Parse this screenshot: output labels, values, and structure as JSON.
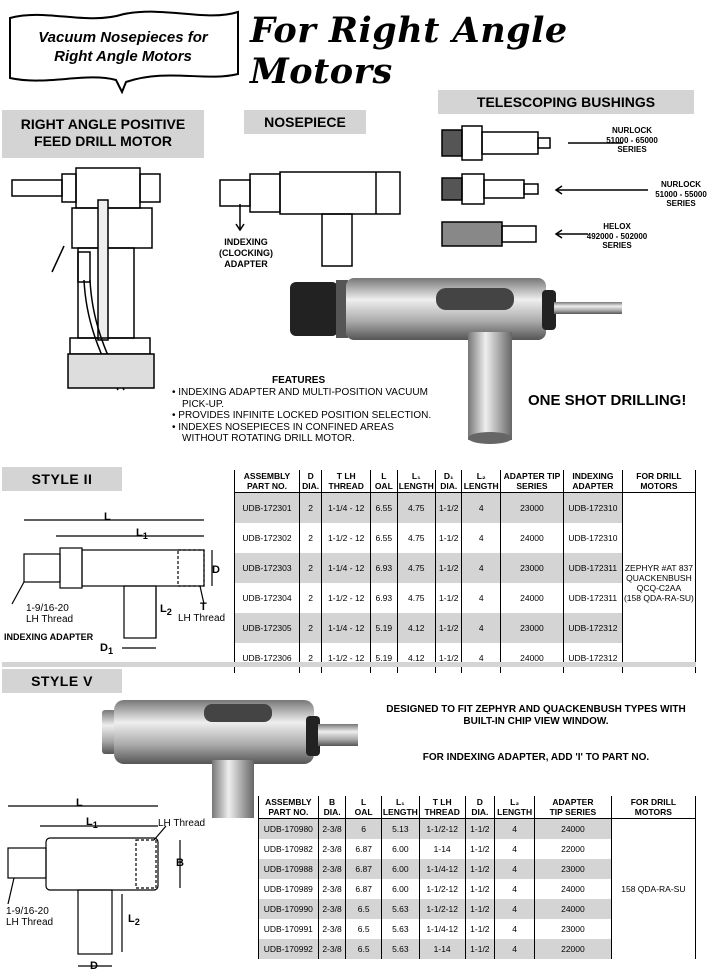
{
  "banner": {
    "line1": "Vacuum Nosepieces for",
    "line2": "Right Angle Motors"
  },
  "title": "For Right Angle Motors",
  "headers": {
    "rapf_line1": "RIGHT ANGLE POSITIVE",
    "rapf_line2": "FEED DRILL MOTOR",
    "nosepiece": "NOSEPIECE",
    "telescoping": "TELESCOPING BUSHINGS",
    "style2": "STYLE  II",
    "style5": "STYLE  V"
  },
  "nosepiece_label": {
    "l1": "INDEXING",
    "l2": "(CLOCKING)",
    "l3": "ADAPTER"
  },
  "bushings": [
    {
      "name": "NURLOCK",
      "series": "51000 - 65000",
      "suffix": "SERIES"
    },
    {
      "name": "NURLOCK",
      "series": "51000 - 55000",
      "suffix": "SERIES"
    },
    {
      "name": "HELOX",
      "series": "492000 - 502000",
      "suffix": "SERIES"
    }
  ],
  "features": {
    "title": "FEATURES",
    "items": [
      "INDEXING ADAPTER AND MULTI-POSITION VACUUM PICK-UP.",
      "PROVIDES INFINITE LOCKED POSITION SELECTION.",
      "INDEXES NOSEPIECES IN CONFINED AREAS WITHOUT ROTATING DRILL MOTOR."
    ]
  },
  "one_shot": "ONE SHOT DRILLING!",
  "style2": {
    "diagram": {
      "L": "L",
      "L1": "L",
      "L1sub": "1",
      "D": "D",
      "L2": "L",
      "L2sub": "2",
      "T": "T",
      "lh": "LH Thread",
      "thread": "1-9/16-20",
      "thread_lh": "LH Thread",
      "adapter": "INDEXING ADAPTER",
      "D1": "D",
      "D1sub": "1"
    },
    "columns": [
      [
        "ASSEMBLY",
        "PART NO."
      ],
      [
        "D",
        "DIA."
      ],
      [
        "T LH",
        "THREAD"
      ],
      [
        "L",
        "OAL"
      ],
      [
        "L₁",
        "LENGTH"
      ],
      [
        "D₁",
        "DIA."
      ],
      [
        "L₂",
        "LENGTH"
      ],
      [
        "ADAPTER TIP",
        "SERIES"
      ],
      [
        "INDEXING",
        "ADAPTER"
      ],
      [
        "FOR DRILL",
        "MOTORS"
      ]
    ],
    "rows": [
      [
        "UDB-172301",
        "2",
        "1-1/4 - 12",
        "6.55",
        "4.75",
        "1-1/2",
        "4",
        "23000",
        "UDB-172310"
      ],
      [
        "UDB-172302",
        "2",
        "1-1/2 - 12",
        "6.55",
        "4.75",
        "1-1/2",
        "4",
        "24000",
        "UDB-172310"
      ],
      [
        "UDB-172303",
        "2",
        "1-1/4 - 12",
        "6.93",
        "4.75",
        "1-1/2",
        "4",
        "23000",
        "UDB-172311"
      ],
      [
        "UDB-172304",
        "2",
        "1-1/2 - 12",
        "6.93",
        "4.75",
        "1-1/2",
        "4",
        "24000",
        "UDB-172311"
      ],
      [
        "UDB-172305",
        "2",
        "1-1/4 - 12",
        "5.19",
        "4.12",
        "1-1/2",
        "4",
        "23000",
        "UDB-172312"
      ],
      [
        "UDB-172306",
        "2",
        "1-1/2 - 12",
        "5.19",
        "4.12",
        "1-1/2",
        "4",
        "24000",
        "UDB-172312"
      ]
    ],
    "motors": [
      "ZEPHYR #AT 837",
      "QUACKENBUSH",
      "QCQ-C2AA",
      "(158 QDA-RA-SU)"
    ]
  },
  "style5": {
    "note1": "DESIGNED TO FIT ZEPHYR AND QUACKENBUSH TYPES WITH BUILT-IN CHIP VIEW WINDOW.",
    "note2": "FOR INDEXING ADAPTER, ADD 'I' TO PART NO.",
    "diagram": {
      "L": "L",
      "L1": "L",
      "L1sub": "1",
      "lh": "LH Thread",
      "B": "B",
      "L2": "L",
      "L2sub": "2",
      "thread": "1-9/16-20",
      "thread_lh": "LH Thread",
      "D": "D"
    },
    "columns": [
      [
        "ASSEMBLY",
        "PART NO."
      ],
      [
        "B",
        "DIA."
      ],
      [
        "L",
        "OAL"
      ],
      [
        "L₁",
        "LENGTH"
      ],
      [
        "T LH",
        "THREAD"
      ],
      [
        "D",
        "DIA."
      ],
      [
        "L₂",
        "LENGTH"
      ],
      [
        "ADAPTER",
        "TIP SERIES"
      ],
      [
        "FOR DRILL",
        "MOTORS"
      ]
    ],
    "rows": [
      [
        "UDB-170980",
        "2-3/8",
        "6",
        "5.13",
        "1-1/2-12",
        "1-1/2",
        "4",
        "24000"
      ],
      [
        "UDB-170982",
        "2-3/8",
        "6.87",
        "6.00",
        "1-14",
        "1-1/2",
        "4",
        "22000"
      ],
      [
        "UDB-170988",
        "2-3/8",
        "6.87",
        "6.00",
        "1-1/4-12",
        "1-1/2",
        "4",
        "23000"
      ],
      [
        "UDB-170989",
        "2-3/8",
        "6.87",
        "6.00",
        "1-1/2-12",
        "1-1/2",
        "4",
        "24000"
      ],
      [
        "UDB-170990",
        "2-3/8",
        "6.5",
        "5.63",
        "1-1/2-12",
        "1-1/2",
        "4",
        "24000"
      ],
      [
        "UDB-170991",
        "2-3/8",
        "6.5",
        "5.63",
        "1-1/4-12",
        "1-1/2",
        "4",
        "23000"
      ],
      [
        "UDB-170992",
        "2-3/8",
        "6.5",
        "5.63",
        "1-14",
        "1-1/2",
        "4",
        "22000"
      ]
    ],
    "motors": "158 QDA-RA-SU"
  }
}
